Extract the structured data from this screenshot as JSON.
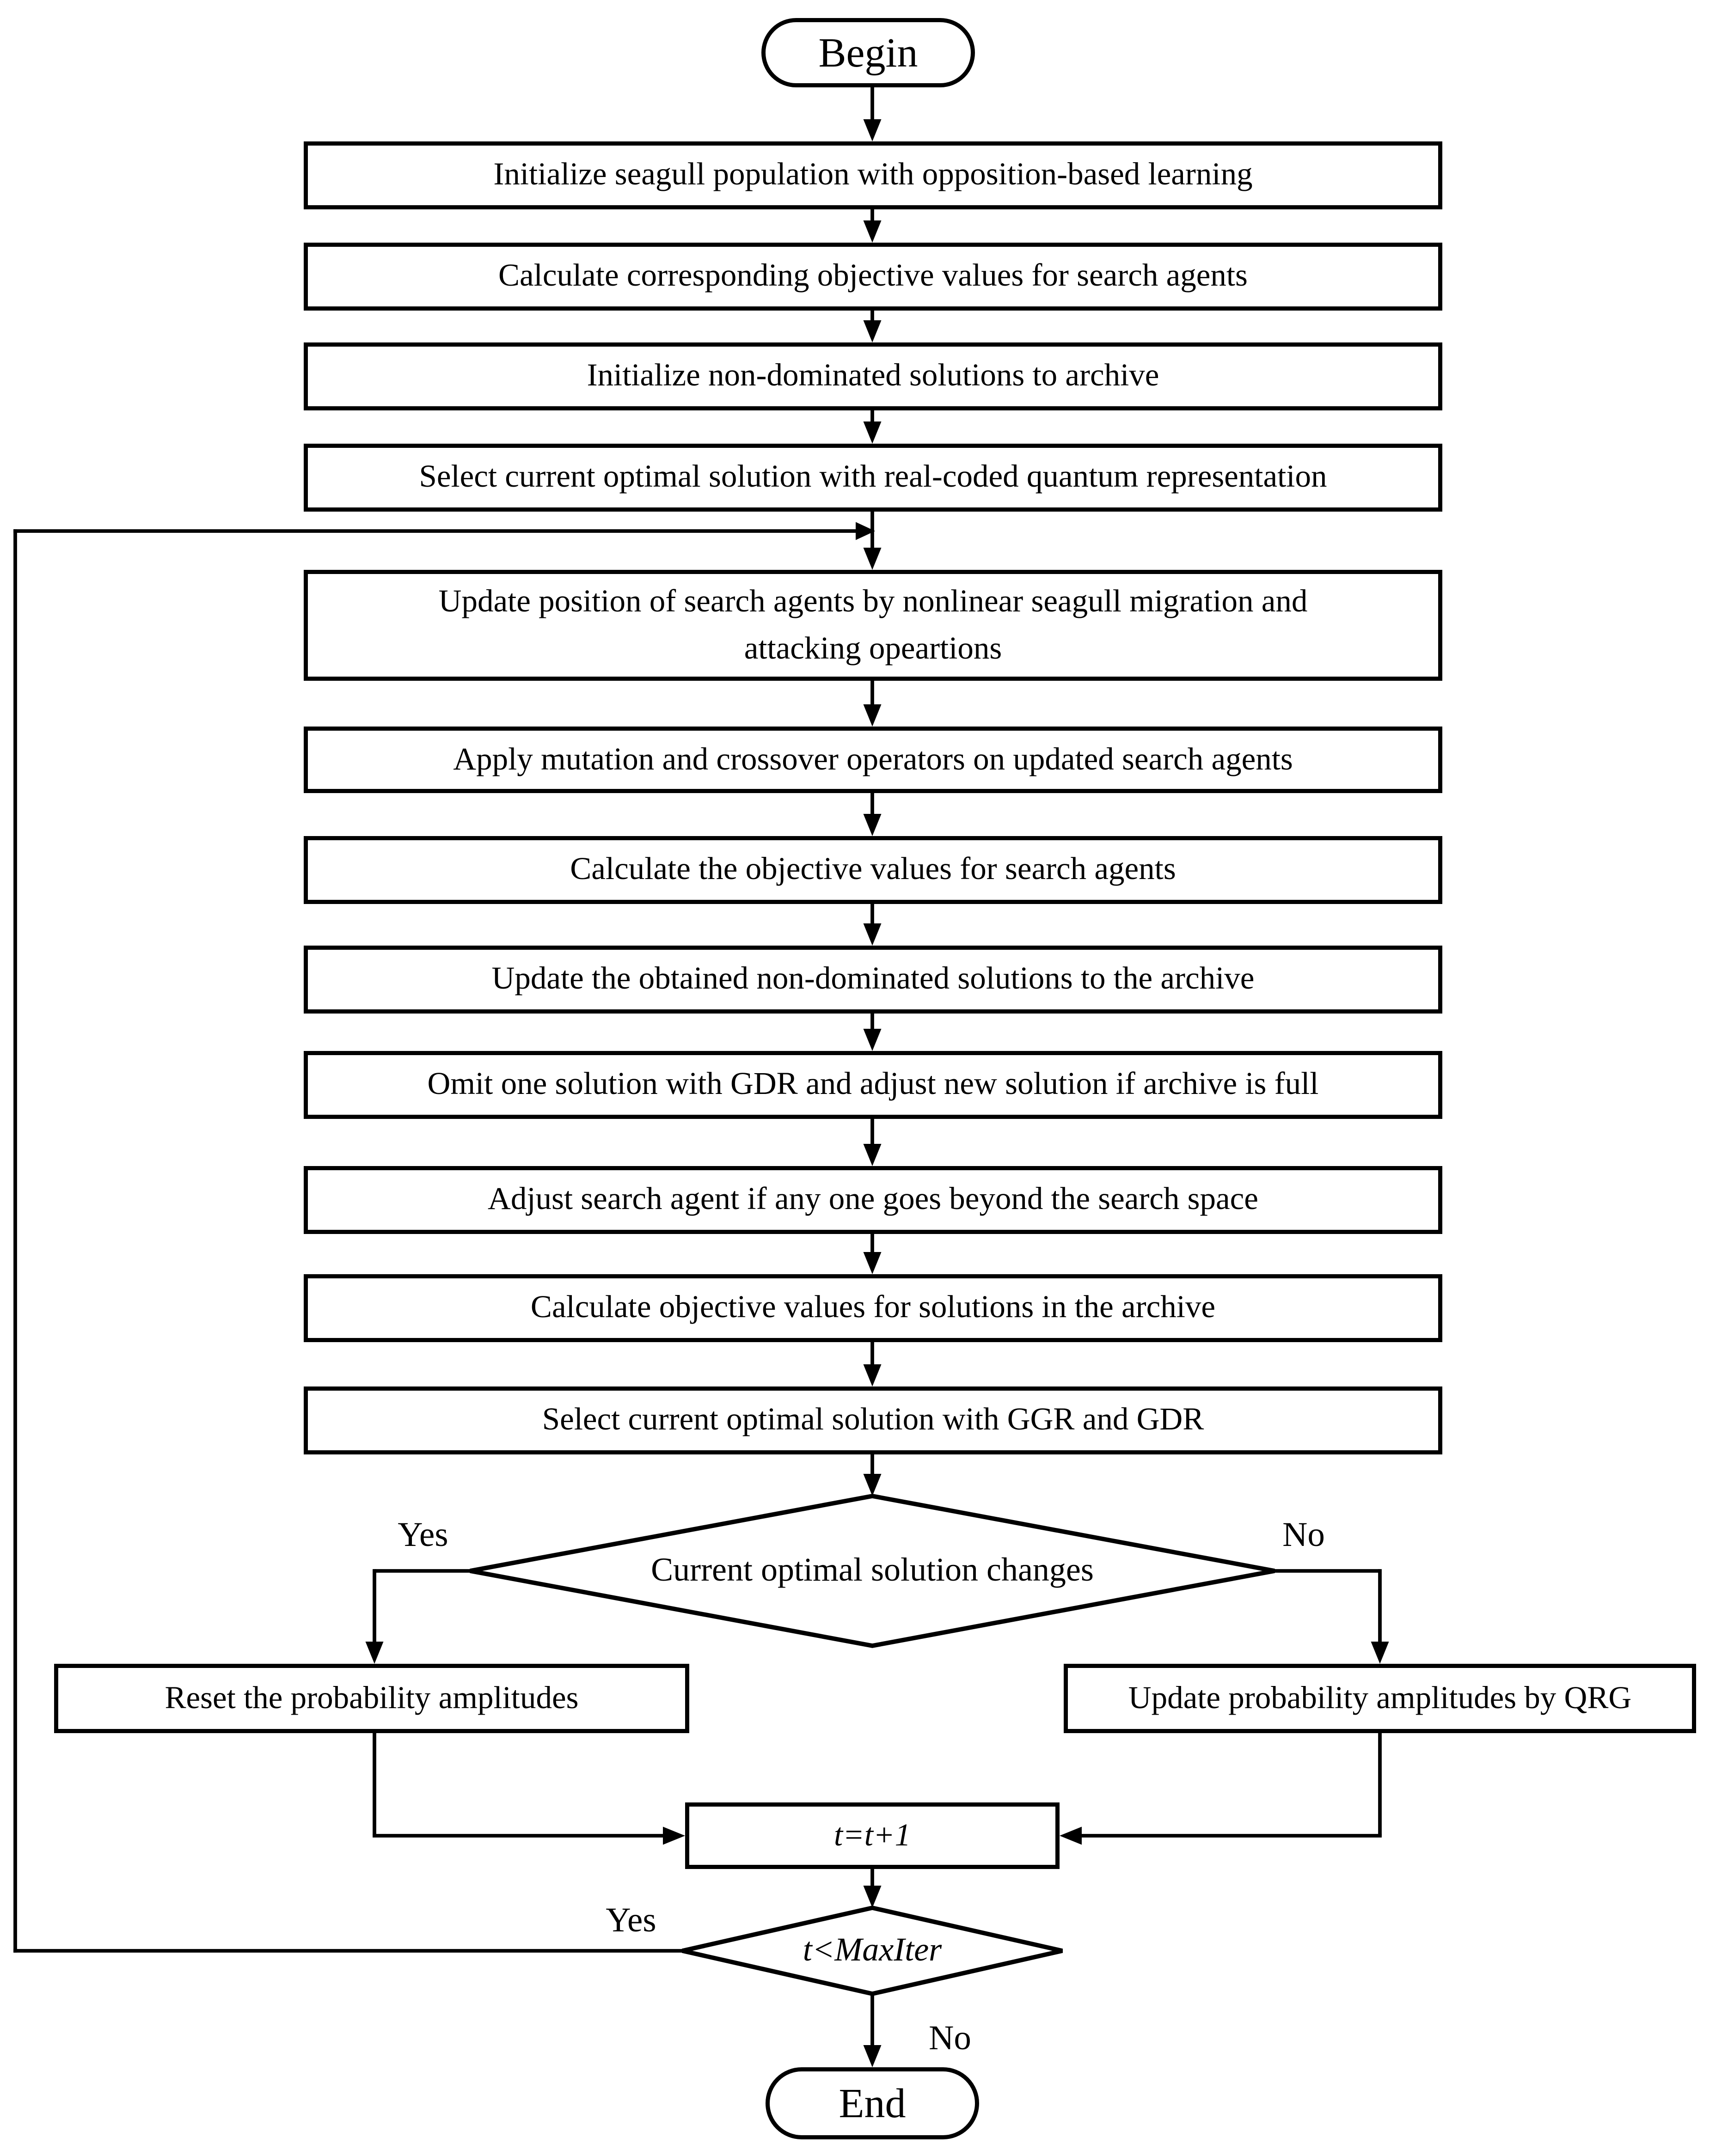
{
  "flowchart": {
    "begin": "Begin",
    "end": "End",
    "steps": {
      "init_population": "Initialize seagull population with opposition-based learning",
      "calc_objective_initial": "Calculate corresponding objective values for search agents",
      "init_archive": "Initialize non-dominated solutions to archive",
      "select_optimal_quantum": "Select current optimal solution with real-coded quantum representation",
      "update_position": "Update position of search agents by nonlinear seagull migration and\nattacking opeartions",
      "mutation_crossover": "Apply mutation and crossover operators on updated search agents",
      "calc_objective_agents": "Calculate the objective values for search agents",
      "update_archive": "Update the obtained non-dominated solutions to the archive",
      "omit_solution": "Omit one solution with GDR and adjust new solution if archive is full",
      "adjust_agent": "Adjust search agent if any one goes beyond the search space",
      "calc_objective_archive": "Calculate objective values for solutions in the archive",
      "select_optimal_ggr": "Select current optimal solution with GGR and GDR",
      "reset_amplitudes": "Reset the probability amplitudes",
      "update_amplitudes": "Update probability amplitudes by QRG",
      "increment": "t=t+1"
    },
    "decisions": {
      "optimal_changed": "Current optimal solution changes",
      "iteration_check": "t<MaxIter"
    },
    "edge_labels": {
      "d1_yes": "Yes",
      "d1_no": "No",
      "d2_yes": "Yes",
      "d2_no": "No"
    },
    "colors": {
      "stroke": "#000000",
      "fill": "#ffffff",
      "background": "#ffffff"
    }
  }
}
